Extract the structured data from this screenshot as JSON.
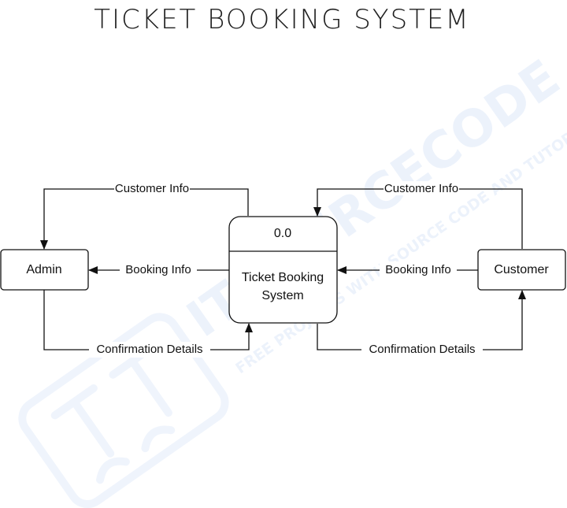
{
  "title": "TICKET BOOKING SYSTEM",
  "process": {
    "id": "0.0",
    "name_line1": "Ticket Booking",
    "name_line2": "System"
  },
  "entities": {
    "admin": "Admin",
    "customer": "Customer"
  },
  "flows": {
    "admin_customer_info": "Customer Info",
    "admin_booking_info": "Booking Info",
    "admin_confirmation": "Confirmation Details",
    "customer_customer_info": "Customer Info",
    "customer_booking_info": "Booking Info",
    "customer_confirmation": "Confirmation Details"
  },
  "watermark": {
    "brand": "ITSOURCECODE",
    "tagline": "FREE PROJECTS WITH SOURCE CODE AND TUTORIALS",
    "color": "#1e63d6"
  }
}
